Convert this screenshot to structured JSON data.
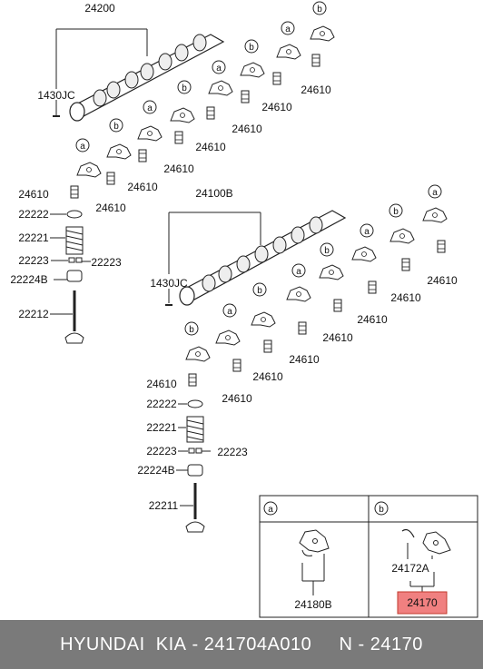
{
  "labels": {
    "camshaft_upper": "24200",
    "camshaft_lower": "24100B",
    "pin_upper": "1430JC",
    "pin_lower": "1430JC",
    "lifter": "24610",
    "retainer": "22222",
    "spring": "22221",
    "cotter": "22223",
    "seal": "22224B",
    "valve_intake": "22212",
    "valve_exhaust": "22211",
    "rocker_arm_a": "24180B",
    "rocker_arm_b": "24172A",
    "highlight_part": "24170"
  },
  "markers": {
    "a": "a",
    "b": "b"
  },
  "colors": {
    "highlight_fill": "#f08080",
    "highlight_stroke": "#c0392b",
    "footer_bg": "#7a7a7a"
  },
  "footer": {
    "brand": "HYUNDAI  KIA",
    "part_number": "241704A010",
    "ref": "N - 24170"
  }
}
